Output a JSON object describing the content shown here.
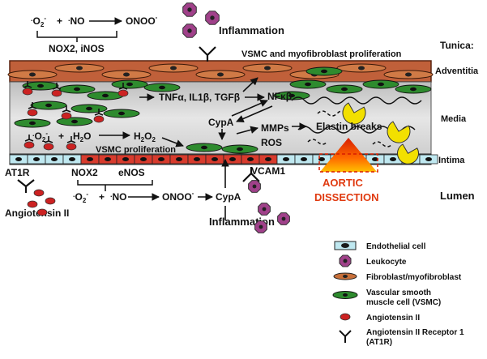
{
  "tunica_label": "Tunica:",
  "layers": {
    "adventitia": "Adventitia",
    "media": "Media",
    "intima": "Intima",
    "lumen": "Lumen"
  },
  "top": {
    "o2": "O",
    "o2_sub": "2",
    "o2_sup": "-",
    "plus": "+",
    "no": "NO",
    "onoo": "ONOO",
    "onoo_sup": "-",
    "enzymes": "NOX2, iNOS",
    "inflammation": "Inflammation",
    "proliferation": "VSMC and myofibroblast proliferation"
  },
  "media": {
    "cytokines": "TNFα, IL1β, TGFβ",
    "nfkb": "NFκβ",
    "o2": "O",
    "o2_sub": "2",
    "o2_sup": "-",
    "h2o": "H",
    "h2o_sub": "2",
    "h2o_tail": "O",
    "h2o2": "H",
    "h2o2_sub1": "2",
    "h2o2_mid": "O",
    "h2o2_sub2": "2",
    "plus": "+",
    "vsmc_proliferation": "VSMC proliferation",
    "cypa": "CypA",
    "mmps": "MMPs",
    "ros": "ROS",
    "elastin_breaks": "Elastin breaks"
  },
  "bottom": {
    "at1r": "AT1R",
    "angiotensin": "Angiotensin II",
    "nox2": "NOX2",
    "enos": "eNOS",
    "o2": "O",
    "o2_sub": "2",
    "o2_sup": "-",
    "plus": "+",
    "no": "NO",
    "onoo": "ONOO",
    "onoo_sup": "-",
    "cypa": "CypA",
    "vcam": "VCAM1",
    "inflammation": "Inflammation",
    "dissection_line1": "AORTIC",
    "dissection_line2": "DISSECTION"
  },
  "legend": [
    {
      "icon": "endothelial-cell-icon",
      "label": "Endothelial cell"
    },
    {
      "icon": "leukocyte-icon",
      "label": "Leukocyte"
    },
    {
      "icon": "fibroblast-icon",
      "label": "Fibroblast/myofibroblast"
    },
    {
      "icon": "vsmc-icon",
      "label": "Vascular smooth"
    },
    {
      "icon": "vsmc-icon-cont",
      "label": "muscle cell (VSMC)"
    },
    {
      "icon": "angiotensin-icon",
      "label": "Angiotensin II"
    },
    {
      "icon": "at1r-icon",
      "label": "Angiotensin II Receptor 1"
    },
    {
      "icon": "at1r-icon-cont",
      "label": "(AT1R)"
    }
  ],
  "colors": {
    "adventitia": "#c0603a",
    "adventitia_dark": "#6a2a14",
    "media_bg": "#d4d4d4",
    "vsmc": "#2e8b2e",
    "endothelial": "#bfe8f0",
    "angiotensin": "#cc2222",
    "leukocyte": "#a0418a",
    "dissection": "#e03a10",
    "macrophage": "#f2e000"
  }
}
